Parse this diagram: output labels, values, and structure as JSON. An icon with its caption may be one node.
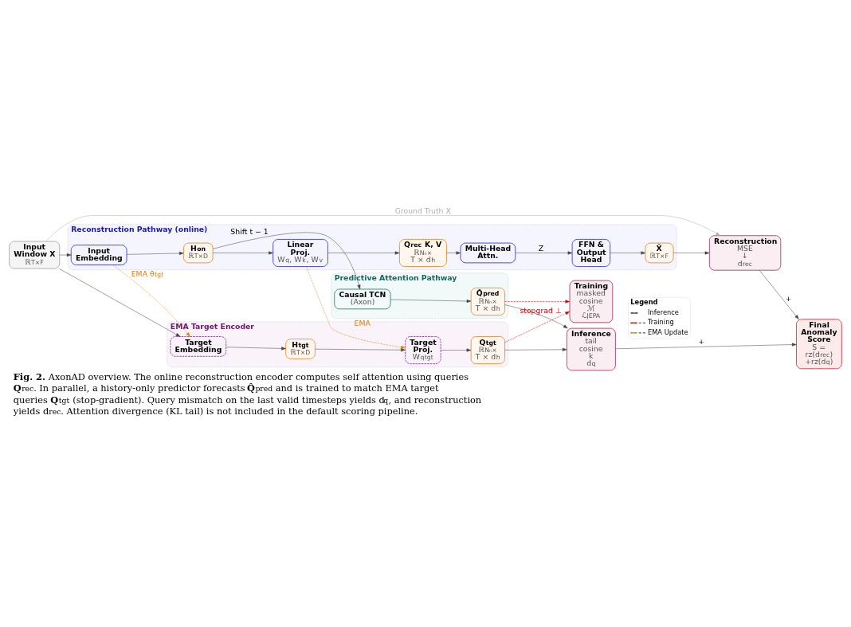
{
  "diagram": {
    "caption": "**Fig. 2.** AxonAD overview. The online reconstruction encoder computes self attention using queries **Q**$_{rec}$. In parallel, a history-only predictor forecasts **Q̂**$_{pred}$ and is trained to match EMA target queries **Q**$_{tgt}$ (stop-gradient). Query mismatch on the last valid timesteps yields d$_{q}$, and reconstruction yields d$_{rec}$. Attention divergence (KL tail) is not included in the default scoring pipeline.",
    "nodes": [
      {
        "text": [
          "Reconstruction Pathway (online)"
        ]
      },
      {
        "text": [
          "Input Embedding"
        ],
        "in": 0
      },
      {
        "text": [
          "H$_{on}$",
          "ℝ$^{T×D}$"
        ],
        "in": 0
      },
      {
        "text": [
          "Linear Proj.",
          "W$_{q}$, W$_{k}$, W$_{v}$"
        ],
        "in": 0
      },
      {
        "text": [
          "Q$_{rec}$ K, V",
          "ℝ$^{Nₕ×}$ T × d$_{h}$"
        ],
        "in": 0
      },
      {
        "text": [
          "Multi-Head Attn."
        ],
        "in": 0
      },
      {
        "text": [
          "FFN & Output Head"
        ],
        "in": 0
      },
      {
        "text": [
          "X̂",
          "ℝ$^{T×F}$"
        ],
        "in": 0
      },
      {
        "text": [
          "Reconstruction",
          "MSE",
          "↓",
          "d$_{rec}$"
        ]
      },
      {
        "text": [
          "Input Window X",
          "ℝ$^{T×F}$"
        ]
      },
      {
        "text": [
          "Predictive Attention Pathway"
        ]
      },
      {
        "text": [
          "Causal TCN",
          "(Axon)"
        ],
        "in": 10
      },
      {
        "text": [
          "Q̂$_{pred}$",
          "ℝ$^{Nₕ×}$ T × d$_{h}$"
        ],
        "in": 10
      },
      {
        "text": [
          "Inference",
          "tail cosine",
          "k",
          "d$_{q}$"
        ]
      },
      {
        "text": [
          "Final Anomaly Score",
          "S = rz(d$_{rec}$) +rz(d$_{q}$)"
        ]
      },
      {
        "text": [
          "EMA Target Encoder"
        ]
      },
      {
        "text": [
          "Target Embedding"
        ],
        "in": 15
      },
      {
        "text": [
          "H$_{tgt}$",
          "ℝ$^{T×D}$"
        ],
        "in": 15
      },
      {
        "text": [
          "Target Proj.",
          "W$_{q}$$^{tgt}$"
        ],
        "in": 15
      },
      {
        "text": [
          "Q$_{tgt}$",
          "ℝ$^{Nₕ×}$ T × d$_{h}$"
        ],
        "in": 15
      },
      {
        "text": [
          "Training",
          "masked cosine",
          "ℳ",
          "ℒ$_{JEPA}$"
        ]
      }
    ],
    "edges": [
      {
        "from": 9,
        "to": 1,
        "arrow": "to"
      },
      {
        "from": 1,
        "to": 2,
        "arrow": "to"
      },
      {
        "from": 2,
        "to": 3,
        "arrow": "to"
      },
      {
        "from": 3,
        "to": 4,
        "arrow": "to"
      },
      {
        "from": 4,
        "to": 5,
        "arrow": "to"
      },
      {
        "from": 5,
        "to": 6,
        "arrow": "to",
        "label": "Z"
      },
      {
        "from": 6,
        "to": 7,
        "arrow": "to"
      },
      {
        "from": 7,
        "to": 8,
        "arrow": "to"
      },
      {
        "from": 9,
        "to": 8,
        "arrow": "to",
        "label": "Ground Truth X",
        "color": "#b0b0b0"
      },
      {
        "from": 8,
        "to": 14,
        "arrow": "to",
        "label": "+"
      },
      {
        "from": 2,
        "to": 11,
        "arrow": "to",
        "label": "Shift t − 1"
      },
      {
        "from": 11,
        "to": 12,
        "arrow": "to"
      },
      {
        "from": 12,
        "to": 13,
        "arrow": "to"
      },
      {
        "from": 13,
        "to": 14,
        "arrow": "to",
        "label": "+"
      },
      {
        "from": 9,
        "to": 16,
        "arrow": "to"
      },
      {
        "from": 16,
        "to": 17,
        "arrow": "to"
      },
      {
        "from": 17,
        "to": 18,
        "arrow": "to"
      },
      {
        "from": 18,
        "to": 19,
        "arrow": "to"
      },
      {
        "from": 19,
        "to": 13,
        "arrow": "to"
      },
      {
        "from": 1,
        "to": 16,
        "arrow": "to",
        "label": "EMA θ$_{tgt}$",
        "style": "dashed",
        "color": "#e67e00"
      },
      {
        "from": 3,
        "to": 18,
        "arrow": "to",
        "label": "EMA",
        "style": "dashed",
        "color": "#e67e00"
      },
      {
        "from": 12,
        "to": 20,
        "arrow": "to",
        "style": "dashed",
        "color": "#cc0000"
      },
      {
        "from": 19,
        "to": 20,
        "arrow": "to",
        "label": "stopgrad ⊥",
        "style": "dashed",
        "color": "#cc0000"
      }
    ],
    "labels": [
      "Legend"
    ],
    "legend": [
      {
        "text": "Inference"
      },
      {
        "text": "Training"
      },
      {
        "text": "EMA Update"
      }
    ]
  }
}
